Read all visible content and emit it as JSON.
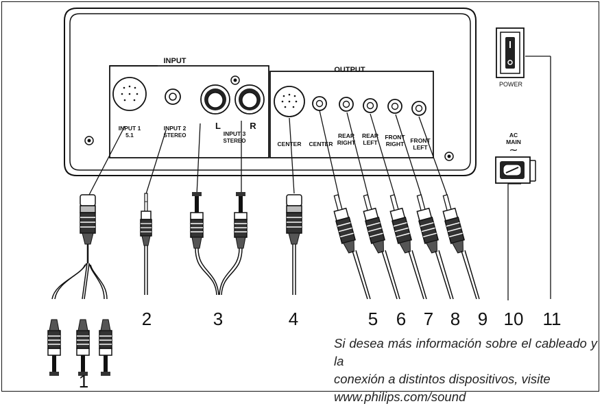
{
  "panel": {
    "input_title": "INPUT",
    "output_title": "OUTPUT",
    "jacks": {
      "input1": "INPUT 1",
      "input1_sub": "5.1",
      "input2": "INPUT 2",
      "input2_sub": "STEREO",
      "input3": "INPUT 3",
      "input3_sub": "STEREO",
      "left": "L",
      "right": "R",
      "center_din": "CENTER",
      "center": "CENTER",
      "rear_right_1": "REAR",
      "rear_right_2": "RIGHT",
      "rear_left_1": "REAR",
      "rear_left_2": "LEFT",
      "front_right_1": "FRONT",
      "front_right_2": "RIGHT",
      "front_left_1": "FRONT",
      "front_left_2": "LEFT"
    }
  },
  "side": {
    "power": "POWER",
    "ac_main_1": "AC",
    "ac_main_2": "MAIN",
    "ac_symbol": "~"
  },
  "callouts": [
    "1",
    "2",
    "3",
    "4",
    "5",
    "6",
    "7",
    "8",
    "9",
    "10",
    "11"
  ],
  "note": {
    "line1": "Si desea más información sobre el cableado y la",
    "line2": "conexión a distintos dispositivos, visite",
    "line3": "www.philips.com/sound"
  }
}
